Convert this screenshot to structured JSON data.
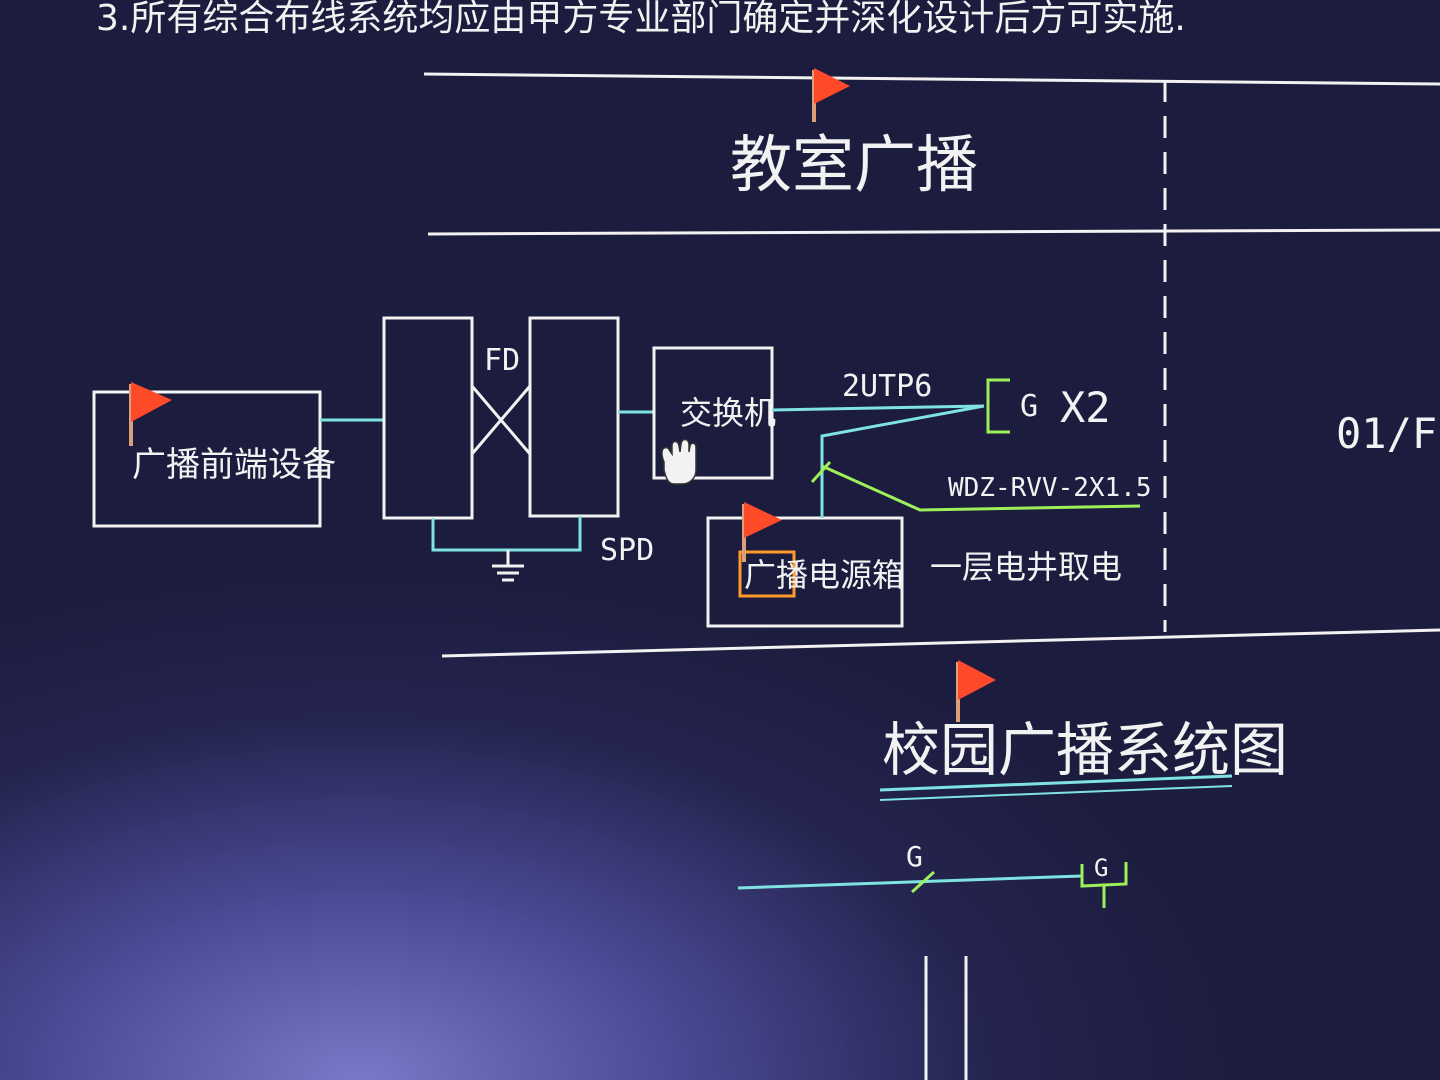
{
  "note": "3.所有综合布线系统均应由甲方专业部门确定并深化设计后方可实施.",
  "section_title": "教室广播",
  "floor_label": "01/F",
  "diagram_title": "校园广播系统图",
  "nodes": {
    "front_end": "广播前端设备",
    "fd": "FD",
    "spd": "SPD",
    "switch": "交换机",
    "power_box": "广播电源箱",
    "speaker_tag": "G",
    "speaker_count": "X2",
    "power_source": "一层电井取电"
  },
  "cables": {
    "data": "2UTP6",
    "power": "WDZ-RVV-2X1.5"
  },
  "legend": {
    "line_tag": "G",
    "speaker_tag": "G"
  },
  "colors": {
    "line_white": "#f2f2f2",
    "line_cyan": "#7fe3e3",
    "line_green": "#9ef05a",
    "flag_red": "#ff4a2a",
    "select_orange": "#ff9a2a"
  }
}
